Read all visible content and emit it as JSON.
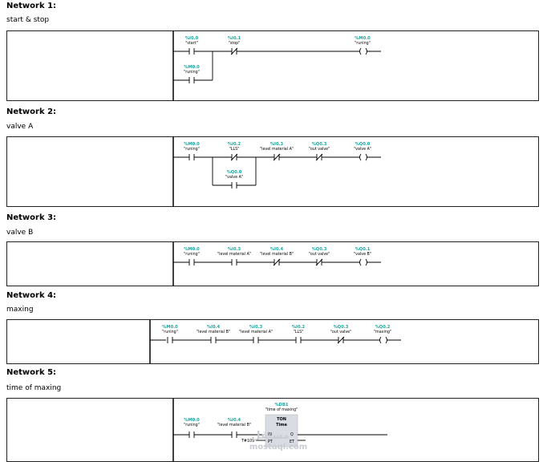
{
  "networks": [
    {
      "title": "Network 1:",
      "comment": "start & stop",
      "contacts": [
        {
          "type": "NO",
          "address": "%I0.0",
          "symbol": "\"start\""
        },
        {
          "type": "NC",
          "address": "%I0.1",
          "symbol": "\"stop\""
        },
        {
          "type": "NO",
          "address": "%M0.0",
          "symbol": "\"runing\""
        }
      ],
      "coil": {
        "type": "coil",
        "address": "%M0.0",
        "symbol": "\"runing\""
      }
    },
    {
      "title": "Network 2:",
      "comment": "valve A",
      "contacts": [
        {
          "type": "NO",
          "address": "%M0.0",
          "symbol": "\"runing\""
        },
        {
          "type": "NC",
          "address": "%I0.2",
          "symbol": "\"LLS\""
        },
        {
          "type": "NC",
          "address": "%I0.3",
          "symbol": "\"level material A\""
        },
        {
          "type": "NC",
          "address": "%Q0.3",
          "symbol": "\"out valve\""
        },
        {
          "type": "NO",
          "address": "%Q0.0",
          "symbol": "\"valve A\""
        }
      ],
      "coil": {
        "type": "coil",
        "address": "%Q0.0",
        "symbol": "\"valve A\""
      }
    },
    {
      "title": "Network 3:",
      "comment": "valve B",
      "contacts": [
        {
          "type": "NO",
          "address": "%M0.0",
          "symbol": "\"runing\""
        },
        {
          "type": "NO",
          "address": "%I0.3",
          "symbol": "\"level material A\""
        },
        {
          "type": "NC",
          "address": "%I0.4",
          "symbol": "\"level material B\""
        },
        {
          "type": "NC",
          "address": "%Q0.3",
          "symbol": "\"out valve\""
        }
      ],
      "coil": {
        "type": "coil",
        "address": "%Q0.1",
        "symbol": "\"valve B\""
      }
    },
    {
      "title": "Network 4:",
      "comment": "maxing",
      "contacts": [
        {
          "type": "NO",
          "address": "%M0.0",
          "symbol": "\"runing\""
        },
        {
          "type": "NO",
          "address": "%I0.4",
          "symbol": "\"level material B\""
        },
        {
          "type": "NO",
          "address": "%I0.3",
          "symbol": "\"level material A\""
        },
        {
          "type": "NO",
          "address": "%I0.2",
          "symbol": "\"LLS\""
        },
        {
          "type": "NC",
          "address": "%Q0.3",
          "symbol": "\"out valve\""
        }
      ],
      "coil": {
        "type": "coil",
        "address": "%Q0.2",
        "symbol": "\"maxing\""
      }
    },
    {
      "title": "Network 5:",
      "comment": "time of maxing",
      "contacts": [
        {
          "type": "NO",
          "address": "%M0.0",
          "symbol": "\"runing\""
        },
        {
          "type": "NO",
          "address": "%I0.4",
          "symbol": "\"level material B\""
        }
      ],
      "timer": {
        "instance": "%DB1",
        "instance_symbol": "\"time of maxing\"",
        "type": "TON",
        "subtitle": "Time",
        "pin_in": "IN",
        "pin_pt": "PT",
        "pin_q": "Q",
        "pin_et": "ET",
        "preset": "T#10S"
      }
    }
  ],
  "watermark": [
    "مستقل",
    "mostaql.com"
  ],
  "colors": {
    "address": "#1aa8a0",
    "wire": "#000000",
    "timer_fill": "#d9dce3"
  }
}
